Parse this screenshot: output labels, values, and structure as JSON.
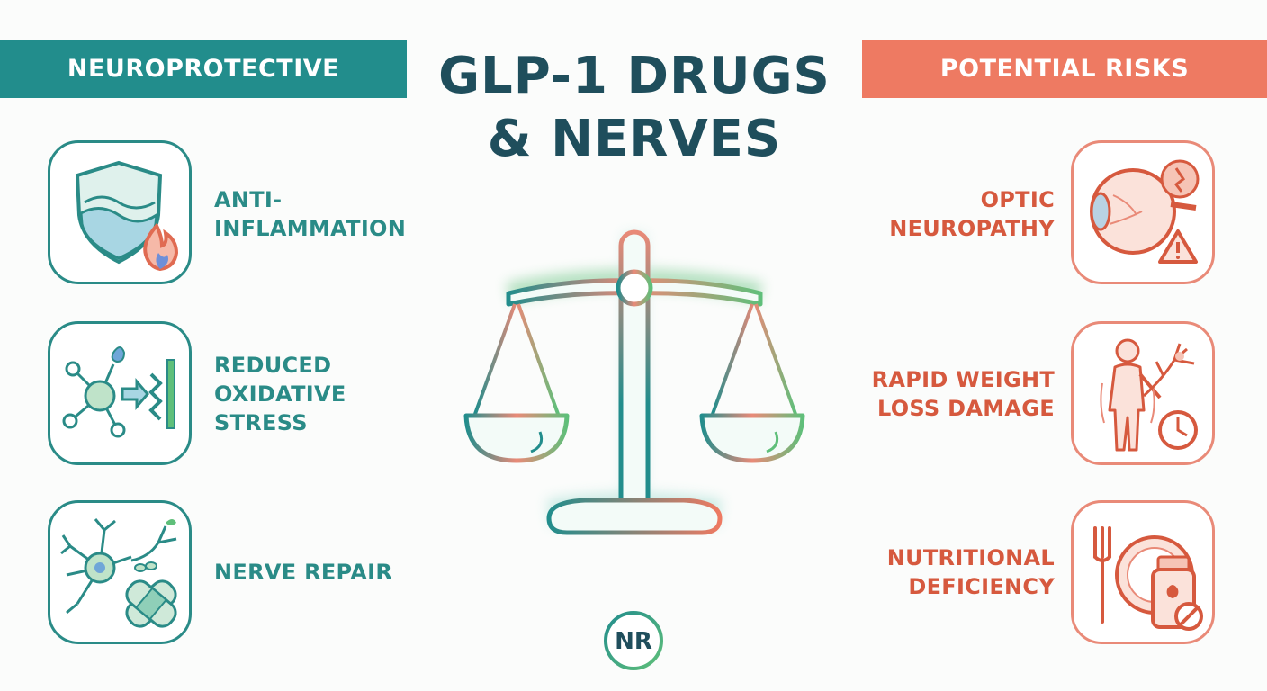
{
  "title": {
    "line1": "GLP-1 DRUGS",
    "line2": "& NERVES"
  },
  "left_banner": "NEUROPROTECTIVE",
  "right_banner": "POTENTIAL RISKS",
  "benefits": [
    {
      "line1": "ANTI-",
      "line2": "INFLAMMATION",
      "icon": "shield-flame-icon"
    },
    {
      "line1": "REDUCED",
      "line2": "OXIDATIVE",
      "line3": "STRESS",
      "icon": "molecule-icon"
    },
    {
      "line1": "NERVE REPAIR",
      "icon": "neuron-bandage-icon"
    }
  ],
  "risks": [
    {
      "line1": "OPTIC",
      "line2": "NEUROPATHY",
      "icon": "eye-warning-icon"
    },
    {
      "line1": "RAPID WEIGHT",
      "line2": "LOSS DAMAGE",
      "icon": "person-clock-icon"
    },
    {
      "line1": "NUTRITIONAL",
      "line2": "DEFICIENCY",
      "icon": "plate-pill-icon"
    }
  ],
  "logo_text": "NR",
  "colors": {
    "teal": "#228d8c",
    "coral": "#ee7a62",
    "navy": "#1f4e5c",
    "green": "#5fbf7a"
  }
}
